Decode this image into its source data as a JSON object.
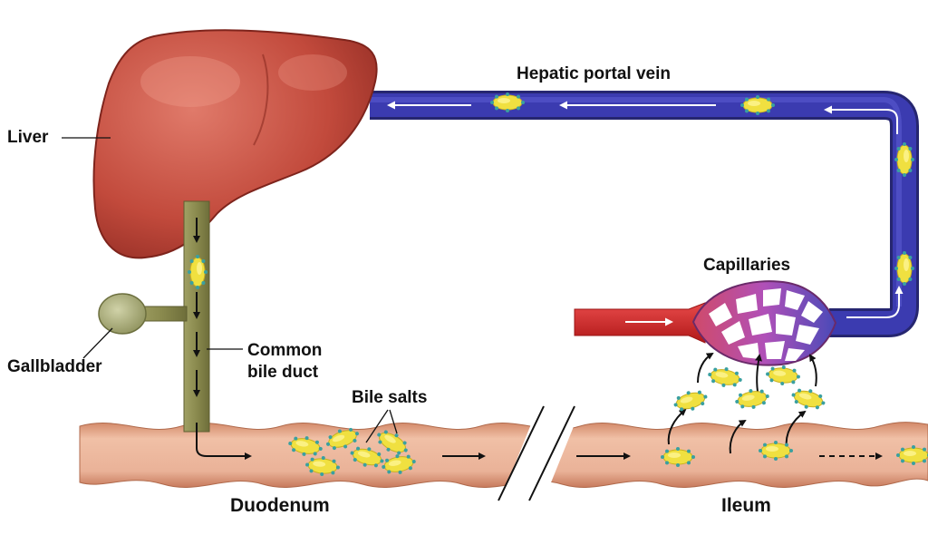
{
  "labels": {
    "liver": "Liver",
    "gallbladder": "Gallbladder",
    "common_bile_duct_line1": "Common",
    "common_bile_duct_line2": "bile duct",
    "bile_salts": "Bile salts",
    "hepatic_portal_vein": "Hepatic portal vein",
    "capillaries": "Capillaries",
    "duodenum": "Duodenum",
    "ileum": "Ileum"
  },
  "colors": {
    "liver": "#c0443a",
    "vein": "#3a3aa0",
    "artery": "#d42a2a",
    "capillary_purple": "#b04fb0",
    "bile_duct": "#8e8e52",
    "gallbladder": "#a9ad7a",
    "intestine": "#e2a58a",
    "bile_salt": "#f0e040"
  }
}
